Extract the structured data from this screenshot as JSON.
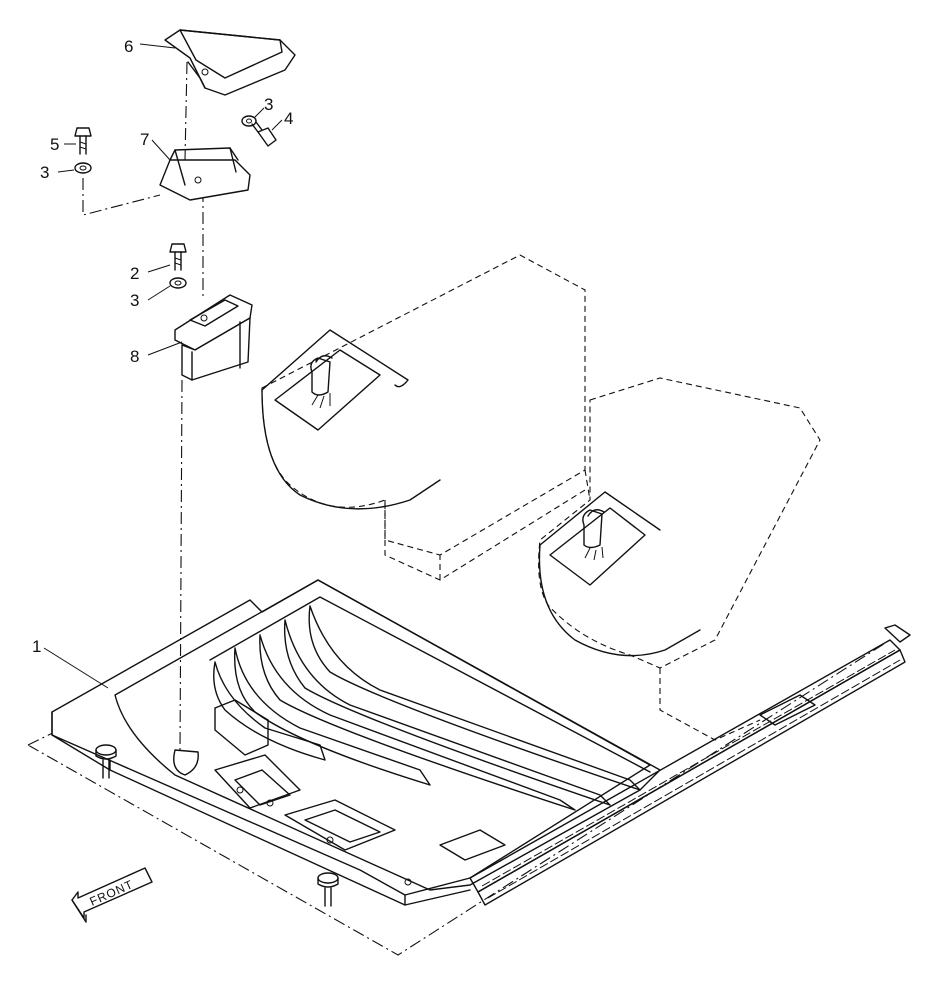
{
  "callouts": {
    "c1": "1",
    "c2": "2",
    "c3a": "3",
    "c3b": "3",
    "c3c": "3",
    "c4": "4",
    "c5": "5",
    "c6": "6",
    "c7": "7",
    "c8": "8"
  },
  "front_label": "FRONT"
}
